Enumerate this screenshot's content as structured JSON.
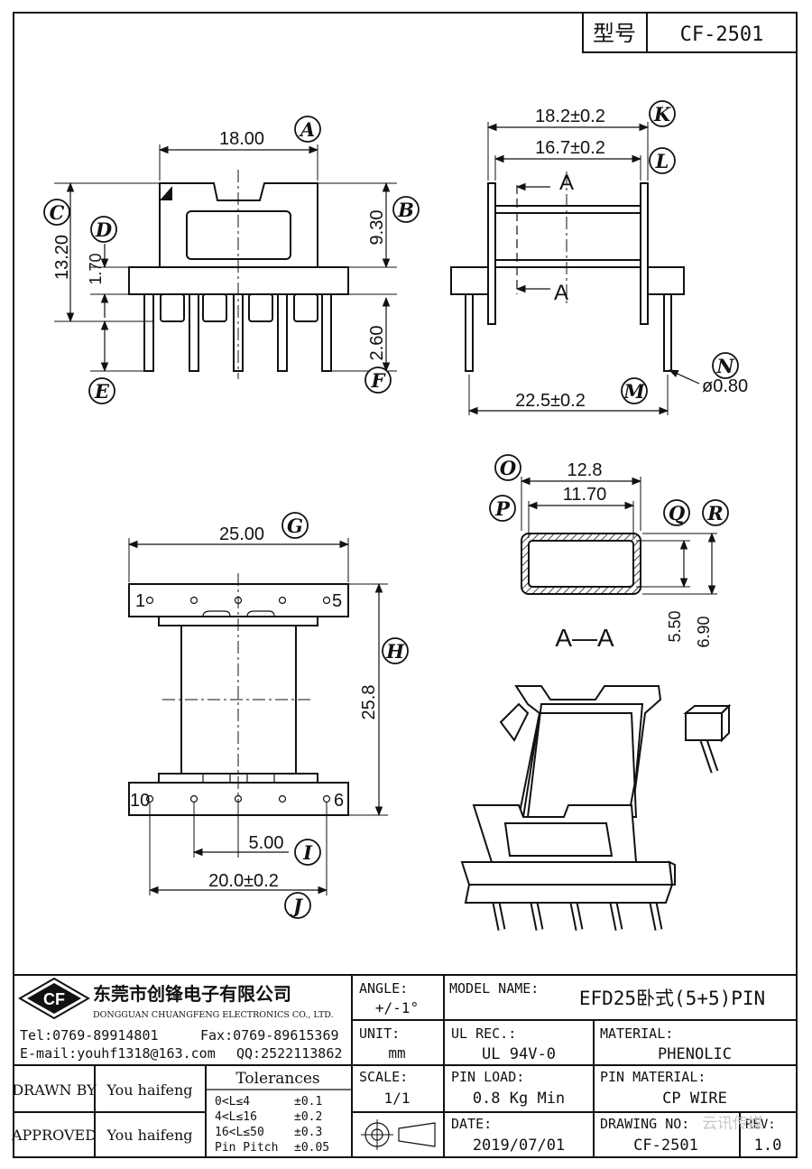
{
  "header": {
    "type_label": "型号",
    "model": "CF-2501"
  },
  "callouts": [
    "A",
    "B",
    "C",
    "D",
    "E",
    "F",
    "G",
    "H",
    "I",
    "J",
    "K",
    "L",
    "M",
    "N",
    "O",
    "P",
    "Q",
    "R"
  ],
  "dims": {
    "front_width": "18.00",
    "front_total_height": "13.20",
    "front_body_height": "9.30",
    "flange_thickness": "1.70",
    "pin_length": "2.60",
    "side_outer": "18.2±0.2",
    "side_inner": "16.7±0.2",
    "pin_span": "22.5±0.2",
    "pin_dia": "ø0.80",
    "sect_outer": "12.8",
    "sect_inner": "11.70",
    "sect_h_inner": "5.50",
    "sect_h_outer": "6.90",
    "top_width": "25.00",
    "top_height": "25.8",
    "pitch": "5.00",
    "row_span": "20.0±0.2"
  },
  "labels": {
    "section_mark": "A",
    "section_title": "A—A",
    "pin1": "1",
    "pin5": "5",
    "pin10": "10",
    "pin6": "6"
  },
  "title_block": {
    "company_cn": "东莞市创锋电子有限公司",
    "company_en": "DONGGUAN CHUANGFENG ELECTRONICS CO., LTD.",
    "logo_text": "CF",
    "tel": "Tel:0769-89914801",
    "fax": "Fax:0769-89615369",
    "email": "E-mail:youhf1318@163.com",
    "qq": "QQ:2522113862",
    "angle_label": "ANGLE:",
    "angle_value": "+/-1°",
    "model_name_label": "MODEL NAME:",
    "model_name_value": "EFD25卧式(5+5)PIN",
    "unit_label": "UNIT:",
    "unit_value": "mm",
    "ul_label": "UL REC.:",
    "ul_value": "UL 94V-0",
    "material_label": "MATERIAL:",
    "material_value": "PHENOLIC",
    "drawn_by_label": "DRAWN BY",
    "drawn_by_value": "You haifeng",
    "approved_label": "APPROVED",
    "approved_value": "You haifeng",
    "tolerances_title": "Tolerances",
    "tolerances": [
      {
        "range": "0<L≤4",
        "tol": "±0.1"
      },
      {
        "range": "4<L≤16",
        "tol": "±0.2"
      },
      {
        "range": "16<L≤50",
        "tol": "±0.3"
      },
      {
        "range": "Pin Pitch",
        "tol": "±0.05"
      }
    ],
    "scale_label": "SCALE:",
    "scale_value": "1/1",
    "pin_load_label": "PIN LOAD:",
    "pin_load_value": "0.8 Kg Min",
    "pin_material_label": "PIN MATERIAL:",
    "pin_material_value": "CP WIRE",
    "date_label": "DATE:",
    "date_value": "2019/07/01",
    "drawing_no_label": "DRAWING NO:",
    "drawing_no_value": "CF-2501",
    "rev_label": "REV:",
    "rev_value": "1.0"
  },
  "watermark": "云讯传媒"
}
